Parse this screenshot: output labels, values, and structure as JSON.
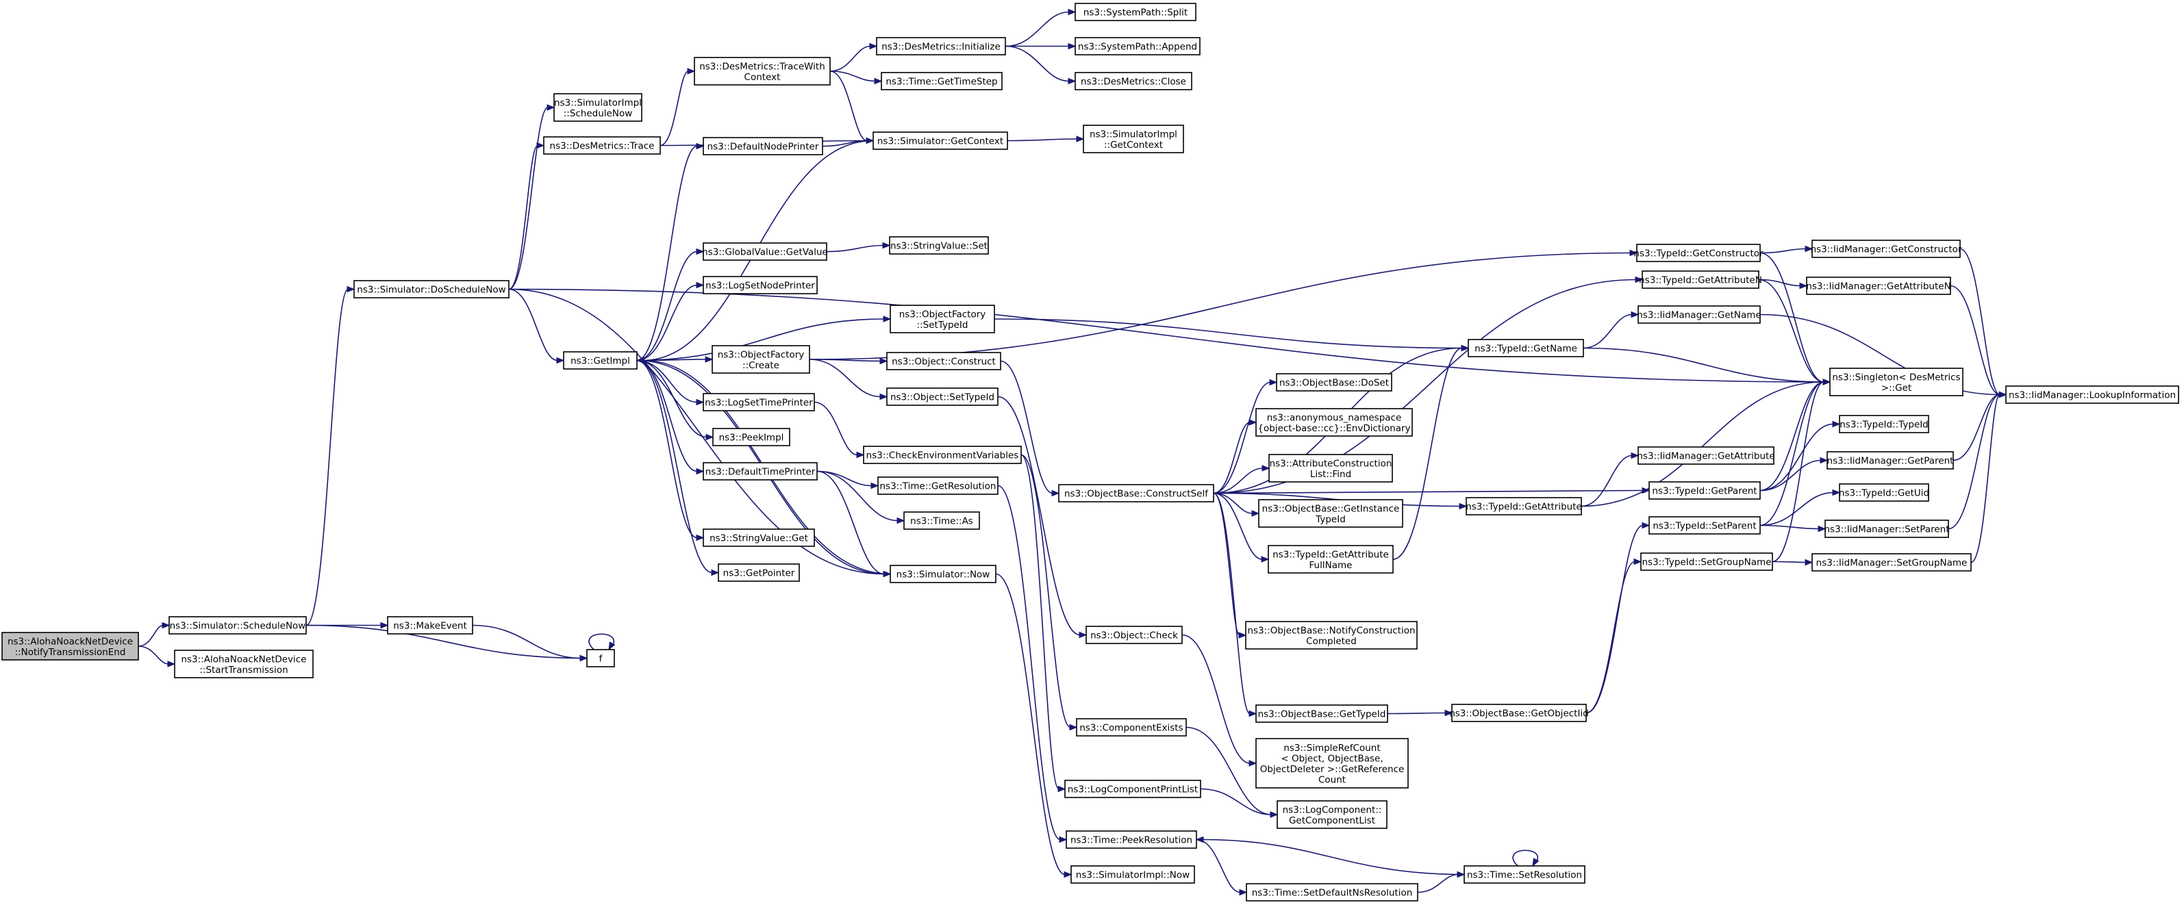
{
  "graph": {
    "edge_color": "#191970",
    "node_border_color": "#000000",
    "focus_node_fill": "#bfbfbf",
    "nodes": [
      {
        "id": "n0",
        "lines": [
          "ns3::AlohaNoackNetDevice",
          "::NotifyTransmissionEnd"
        ],
        "focus": true
      },
      {
        "id": "n1",
        "lines": [
          "ns3::Simulator::ScheduleNow"
        ]
      },
      {
        "id": "n2",
        "lines": [
          "ns3::AlohaNoackNetDevice",
          "::StartTransmission"
        ]
      },
      {
        "id": "n3",
        "lines": [
          "ns3::Simulator::DoScheduleNow"
        ]
      },
      {
        "id": "n4",
        "lines": [
          "ns3::MakeEvent"
        ]
      },
      {
        "id": "n5",
        "lines": [
          "f"
        ]
      },
      {
        "id": "n6",
        "lines": [
          "ns3::SimulatorImpl",
          "::ScheduleNow"
        ]
      },
      {
        "id": "n7",
        "lines": [
          "ns3::DesMetrics::Trace"
        ]
      },
      {
        "id": "n8",
        "lines": [
          "ns3::GetImpl"
        ]
      },
      {
        "id": "n9",
        "lines": [
          "ns3::Simulator::Now"
        ]
      },
      {
        "id": "n10",
        "lines": [
          "ns3::Singleton< DesMetrics",
          ">::Get"
        ]
      },
      {
        "id": "n11",
        "lines": [
          "ns3::DesMetrics::TraceWith",
          "Context"
        ]
      },
      {
        "id": "n12",
        "lines": [
          "ns3::Simulator::GetContext"
        ]
      },
      {
        "id": "n13",
        "lines": [
          "ns3::DesMetrics::Initialize"
        ]
      },
      {
        "id": "n14",
        "lines": [
          "ns3::Time::GetTimeStep"
        ]
      },
      {
        "id": "n15",
        "lines": [
          "ns3::SystemPath::Split"
        ]
      },
      {
        "id": "n16",
        "lines": [
          "ns3::SystemPath::Append"
        ]
      },
      {
        "id": "n17",
        "lines": [
          "ns3::DesMetrics::Close"
        ]
      },
      {
        "id": "n18",
        "lines": [
          "ns3::SimulatorImpl",
          "::GetContext"
        ]
      },
      {
        "id": "n19",
        "lines": [
          "ns3::DefaultNodePrinter"
        ]
      },
      {
        "id": "n20",
        "lines": [
          "ns3::GlobalValue::GetValue"
        ]
      },
      {
        "id": "n21",
        "lines": [
          "ns3::StringValue::Set"
        ]
      },
      {
        "id": "n22",
        "lines": [
          "ns3::LogSetNodePrinter"
        ]
      },
      {
        "id": "n23",
        "lines": [
          "ns3::ObjectFactory",
          "::SetTypeId"
        ]
      },
      {
        "id": "n24",
        "lines": [
          "ns3::ObjectFactory",
          "::Create"
        ]
      },
      {
        "id": "n25",
        "lines": [
          "ns3::Object::Construct"
        ]
      },
      {
        "id": "n26",
        "lines": [
          "ns3::Object::SetTypeId"
        ]
      },
      {
        "id": "n27",
        "lines": [
          "ns3::LogSetTimePrinter"
        ]
      },
      {
        "id": "n28",
        "lines": [
          "ns3::PeekImpl"
        ]
      },
      {
        "id": "n29",
        "lines": [
          "ns3::CheckEnvironmentVariables"
        ]
      },
      {
        "id": "n30",
        "lines": [
          "ns3::DefaultTimePrinter"
        ]
      },
      {
        "id": "n31",
        "lines": [
          "ns3::Time::GetResolution"
        ]
      },
      {
        "id": "n32",
        "lines": [
          "ns3::Time::As"
        ]
      },
      {
        "id": "n33",
        "lines": [
          "ns3::StringValue::Get"
        ]
      },
      {
        "id": "n34",
        "lines": [
          "ns3::GetPointer"
        ]
      },
      {
        "id": "n35",
        "lines": [
          "ns3::ObjectBase::ConstructSelf"
        ]
      },
      {
        "id": "n36",
        "lines": [
          "ns3::Object::Check"
        ]
      },
      {
        "id": "n37",
        "lines": [
          "ns3::ComponentExists"
        ]
      },
      {
        "id": "n38",
        "lines": [
          "ns3::LogComponentPrintList"
        ]
      },
      {
        "id": "n39",
        "lines": [
          "ns3::Time::PeekResolution"
        ]
      },
      {
        "id": "n40",
        "lines": [
          "ns3::SimulatorImpl::Now"
        ]
      },
      {
        "id": "n41",
        "lines": [
          "ns3::ObjectBase::DoSet"
        ]
      },
      {
        "id": "n42",
        "lines": [
          "ns3::anonymous_namespace",
          "{object-base::cc}::EnvDictionary"
        ]
      },
      {
        "id": "n43",
        "lines": [
          "ns3::AttributeConstruction",
          "List::Find"
        ]
      },
      {
        "id": "n44",
        "lines": [
          "ns3::ObjectBase::GetInstance",
          "TypeId"
        ]
      },
      {
        "id": "n45",
        "lines": [
          "ns3::TypeId::GetAttribute",
          "FullName"
        ]
      },
      {
        "id": "n46",
        "lines": [
          "ns3::ObjectBase::NotifyConstruction",
          "Completed"
        ]
      },
      {
        "id": "n47",
        "lines": [
          "ns3::ObjectBase::GetTypeId"
        ]
      },
      {
        "id": "n48",
        "lines": [
          "ns3::SimpleRefCount",
          "< Object, ObjectBase,",
          " ObjectDeleter >::GetReference",
          "Count"
        ]
      },
      {
        "id": "n49",
        "lines": [
          "ns3::LogComponent::",
          "GetComponentList"
        ]
      },
      {
        "id": "n50",
        "lines": [
          "ns3::Time::SetDefaultNsResolution"
        ]
      },
      {
        "id": "n51",
        "lines": [
          "ns3::Time::SetResolution"
        ]
      },
      {
        "id": "n52",
        "lines": [
          "ns3::TypeId::GetConstructor"
        ]
      },
      {
        "id": "n53",
        "lines": [
          "ns3::TypeId::GetAttributeN"
        ]
      },
      {
        "id": "n54",
        "lines": [
          "ns3::TypeId::GetName"
        ]
      },
      {
        "id": "n55",
        "lines": [
          "ns3::TypeId::GetAttribute"
        ]
      },
      {
        "id": "n56",
        "lines": [
          "ns3::ObjectBase::GetObjectIid"
        ]
      },
      {
        "id": "n57",
        "lines": [
          "ns3::IidManager::GetName"
        ]
      },
      {
        "id": "n58",
        "lines": [
          "ns3::IidManager::GetAttribute"
        ]
      },
      {
        "id": "n59",
        "lines": [
          "ns3::TypeId::GetParent"
        ]
      },
      {
        "id": "n60",
        "lines": [
          "ns3::TypeId::SetParent"
        ]
      },
      {
        "id": "n61",
        "lines": [
          "ns3::TypeId::SetGroupName"
        ]
      },
      {
        "id": "n62",
        "lines": [
          "ns3::IidManager::GetConstructor"
        ]
      },
      {
        "id": "n63",
        "lines": [
          "ns3::IidManager::GetAttributeN"
        ]
      },
      {
        "id": "n64",
        "lines": [
          "ns3::TypeId::TypeId"
        ]
      },
      {
        "id": "n65",
        "lines": [
          "ns3::IidManager::GetParent"
        ]
      },
      {
        "id": "n66",
        "lines": [
          "ns3::TypeId::GetUid"
        ]
      },
      {
        "id": "n67",
        "lines": [
          "ns3::IidManager::SetParent"
        ]
      },
      {
        "id": "n68",
        "lines": [
          "ns3::IidManager::SetGroupName"
        ]
      },
      {
        "id": "n69",
        "lines": [
          "ns3::IidManager::LookupInformation"
        ]
      }
    ],
    "edges": [
      [
        "n0",
        "n1"
      ],
      [
        "n0",
        "n2"
      ],
      [
        "n1",
        "n3"
      ],
      [
        "n1",
        "n4"
      ],
      [
        "n1",
        "n5"
      ],
      [
        "n4",
        "n5"
      ],
      [
        "n5",
        "n5"
      ],
      [
        "n3",
        "n6"
      ],
      [
        "n3",
        "n7"
      ],
      [
        "n3",
        "n8"
      ],
      [
        "n3",
        "n9"
      ],
      [
        "n3",
        "n10"
      ],
      [
        "n7",
        "n11"
      ],
      [
        "n7",
        "n12"
      ],
      [
        "n11",
        "n13"
      ],
      [
        "n11",
        "n14"
      ],
      [
        "n11",
        "n12"
      ],
      [
        "n13",
        "n15"
      ],
      [
        "n13",
        "n16"
      ],
      [
        "n13",
        "n17"
      ],
      [
        "n12",
        "n18"
      ],
      [
        "n12",
        "n8"
      ],
      [
        "n8",
        "n19"
      ],
      [
        "n8",
        "n20"
      ],
      [
        "n8",
        "n22"
      ],
      [
        "n8",
        "n23"
      ],
      [
        "n8",
        "n24"
      ],
      [
        "n8",
        "n27"
      ],
      [
        "n8",
        "n28"
      ],
      [
        "n8",
        "n30"
      ],
      [
        "n8",
        "n33"
      ],
      [
        "n8",
        "n34"
      ],
      [
        "n8",
        "n9"
      ],
      [
        "n19",
        "n12"
      ],
      [
        "n20",
        "n21"
      ],
      [
        "n23",
        "n54"
      ],
      [
        "n24",
        "n25"
      ],
      [
        "n24",
        "n26"
      ],
      [
        "n24",
        "n52"
      ],
      [
        "n25",
        "n35"
      ],
      [
        "n26",
        "n36"
      ],
      [
        "n27",
        "n29"
      ],
      [
        "n29",
        "n37"
      ],
      [
        "n29",
        "n38"
      ],
      [
        "n30",
        "n31"
      ],
      [
        "n30",
        "n32"
      ],
      [
        "n30",
        "n9"
      ],
      [
        "n31",
        "n39"
      ],
      [
        "n9",
        "n40"
      ],
      [
        "n9",
        "n8"
      ],
      [
        "n35",
        "n41"
      ],
      [
        "n35",
        "n42"
      ],
      [
        "n35",
        "n43"
      ],
      [
        "n35",
        "n44"
      ],
      [
        "n35",
        "n45"
      ],
      [
        "n35",
        "n46"
      ],
      [
        "n35",
        "n47"
      ],
      [
        "n35",
        "n53"
      ],
      [
        "n35",
        "n54"
      ],
      [
        "n35",
        "n55"
      ],
      [
        "n35",
        "n59"
      ],
      [
        "n36",
        "n48"
      ],
      [
        "n37",
        "n49"
      ],
      [
        "n38",
        "n49"
      ],
      [
        "n39",
        "n50"
      ],
      [
        "n50",
        "n51"
      ],
      [
        "n51",
        "n39"
      ],
      [
        "n51",
        "n51"
      ],
      [
        "n45",
        "n54"
      ],
      [
        "n47",
        "n56"
      ],
      [
        "n56",
        "n60"
      ],
      [
        "n56",
        "n61"
      ],
      [
        "n52",
        "n62"
      ],
      [
        "n52",
        "n10"
      ],
      [
        "n53",
        "n63"
      ],
      [
        "n53",
        "n10"
      ],
      [
        "n54",
        "n57"
      ],
      [
        "n54",
        "n10"
      ],
      [
        "n55",
        "n58"
      ],
      [
        "n55",
        "n10"
      ],
      [
        "n59",
        "n64"
      ],
      [
        "n59",
        "n65"
      ],
      [
        "n59",
        "n10"
      ],
      [
        "n60",
        "n66"
      ],
      [
        "n60",
        "n67"
      ],
      [
        "n60",
        "n10"
      ],
      [
        "n61",
        "n68"
      ],
      [
        "n61",
        "n10"
      ],
      [
        "n57",
        "n69"
      ],
      [
        "n62",
        "n69"
      ],
      [
        "n63",
        "n69"
      ],
      [
        "n65",
        "n69"
      ],
      [
        "n67",
        "n69"
      ],
      [
        "n68",
        "n69"
      ]
    ]
  }
}
